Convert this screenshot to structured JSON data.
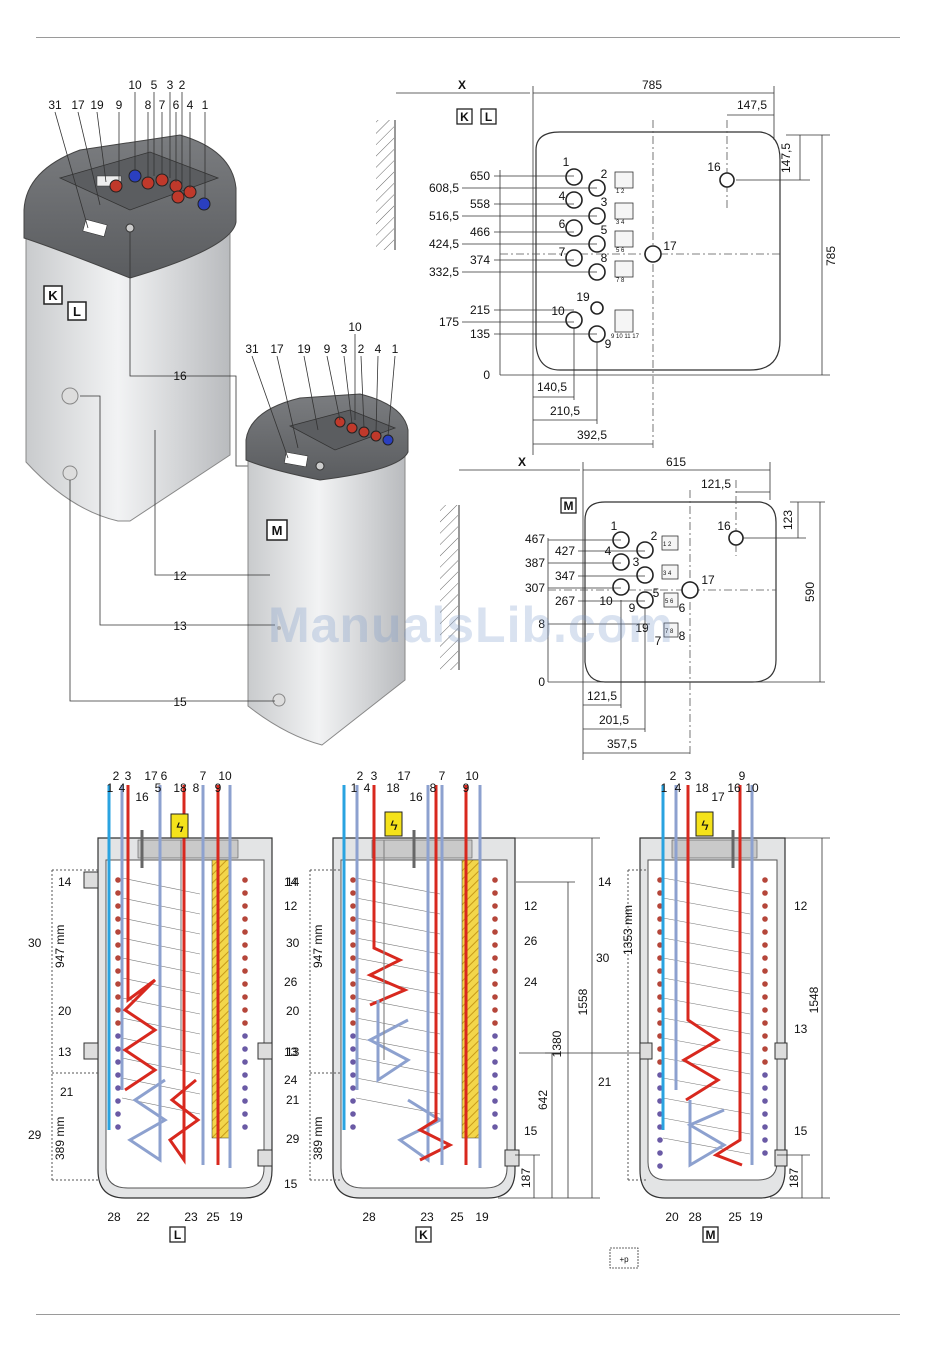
{
  "pictograms": {
    "topview_1": [
      {
        "id": "a",
        "text": "1  2"
      },
      {
        "id": "b",
        "text": "3  4"
      },
      {
        "id": "c",
        "text": "5  6"
      },
      {
        "id": "d",
        "text": "7  8"
      },
      {
        "id": "e",
        "text": "9 10 11 17"
      }
    ],
    "topview_2": [
      {
        "id": "a",
        "text": "1 2"
      },
      {
        "id": "b",
        "text": "3 4"
      },
      {
        "id": "c",
        "text": "5 6"
      },
      {
        "id": "d",
        "text": "7 8"
      }
    ],
    "page_symbol": "+p"
  },
  "perspective": {
    "large_badges": [
      "K",
      "L"
    ],
    "small_badge": "M",
    "large_top_numbers": [
      "10",
      "5",
      "3",
      "2",
      "9",
      "8",
      "7",
      "6",
      "4",
      "1",
      "31",
      "17",
      "19"
    ],
    "small_top_numbers": [
      "10",
      "31",
      "17",
      "19",
      "9",
      "3",
      "2",
      "4",
      "1"
    ],
    "callouts": [
      "16",
      "12",
      "13",
      "15"
    ]
  },
  "top_view_KL": {
    "badges": [
      "K",
      "L"
    ],
    "top_labels": {
      "x": "X",
      "width": "785",
      "offset": "147,5"
    },
    "right_labels": {
      "depth_offset": "147,5",
      "depth": "785"
    },
    "heights": [
      "650",
      "608,5",
      "558",
      "516,5",
      "466",
      "424,5",
      "374",
      "332,5",
      "215",
      "175",
      "135",
      "0"
    ],
    "bottom_labels": [
      "140,5",
      "210,5",
      "392,5"
    ],
    "numbers": [
      "1",
      "2",
      "3",
      "4",
      "5",
      "6",
      "7",
      "8",
      "9",
      "10",
      "16",
      "17",
      "19"
    ]
  },
  "top_view_M": {
    "badge": "M",
    "top_labels": {
      "x": "X",
      "width": "615",
      "offset": "121,5"
    },
    "right_labels": {
      "depth_offset": "123",
      "depth": "590"
    },
    "heights": [
      "467",
      "427",
      "387",
      "347",
      "307",
      "267",
      "8",
      "0"
    ],
    "bottom_labels": [
      "121,5",
      "201,5",
      "357,5"
    ],
    "numbers": [
      "1",
      "2",
      "3",
      "4",
      "5",
      "6",
      "7",
      "8",
      "9",
      "10",
      "16",
      "17",
      "19"
    ]
  },
  "sections": {
    "L": {
      "badge": "L",
      "top": [
        "2",
        "3",
        "17",
        "6",
        "7",
        "10",
        "1",
        "4",
        "16",
        "18",
        "5",
        "8",
        "9"
      ],
      "left": {
        "n14": "14",
        "n30": "30",
        "mm1": "947 mm",
        "n20": "20",
        "n13": "13",
        "n21": "21",
        "n29": "29",
        "mm2": "389 mm"
      },
      "right": {
        "n14": "14",
        "n12": "12",
        "n26": "26",
        "n13": "13",
        "n24": "24",
        "n15": "15"
      },
      "bottom": [
        "28",
        "22",
        "23",
        "25",
        "19"
      ]
    },
    "K": {
      "badge": "K",
      "top": [
        "2",
        "3",
        "17",
        "7",
        "10",
        "1",
        "4",
        "18",
        "16",
        "8",
        "9"
      ],
      "left": {
        "n30": "30",
        "mm1": "947 mm",
        "n20": "20",
        "n21": "21",
        "n29": "29",
        "mm2": "389 mm"
      },
      "right": {
        "n14": "14",
        "n12": "12",
        "n26": "26",
        "n24": "24",
        "n13": "13",
        "n15": "15"
      },
      "dims": {
        "d1380": "1380",
        "d1558": "1558",
        "d642": "642",
        "d187": "187"
      },
      "bottom": [
        "28",
        "23",
        "25",
        "19"
      ]
    },
    "M": {
      "badge": "M",
      "top": [
        "2",
        "3",
        "9",
        "1",
        "4",
        "18",
        "17",
        "16",
        "10"
      ],
      "left": {
        "n14": "14",
        "n30": "30",
        "mm1": "1353 mm",
        "n21": "21"
      },
      "right": {
        "n12": "12",
        "n13": "13",
        "n15": "15"
      },
      "dims": {
        "d1548": "1548",
        "d187": "187"
      },
      "bottom": [
        "20",
        "28",
        "25",
        "19"
      ]
    }
  },
  "watermark": "ManualsLib.com"
}
